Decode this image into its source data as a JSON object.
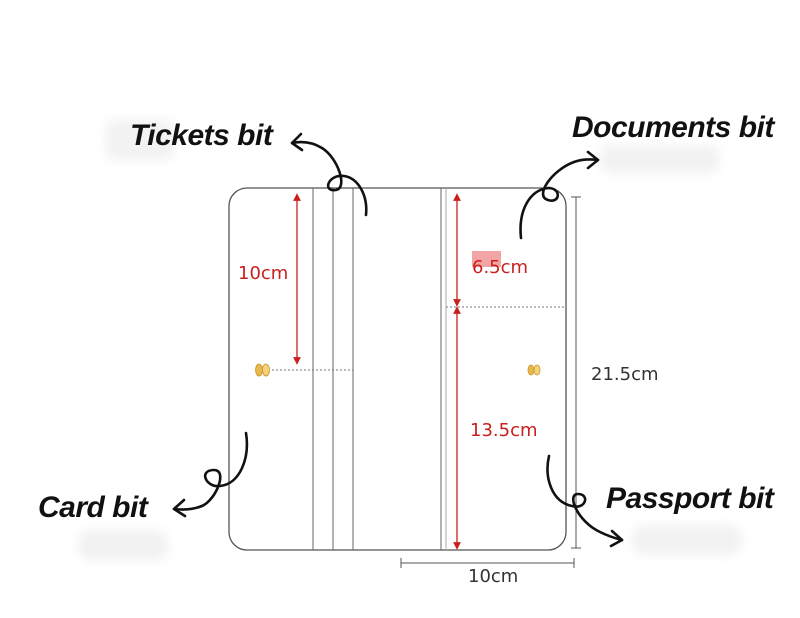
{
  "labels": {
    "tickets": "Tickets bit",
    "documents": "Documents bit",
    "card": "Card bit",
    "passport": "Passport bit"
  },
  "dimensions": {
    "left_pocket_height": "10cm",
    "documents_pocket_height": "6.5cm",
    "passport_pocket_height": "13.5cm",
    "total_height": "21.5cm",
    "width": "10cm"
  },
  "colors": {
    "dimension_red": "#c8201e",
    "outline": "#555555",
    "snap_gold": "#e8b84a"
  }
}
